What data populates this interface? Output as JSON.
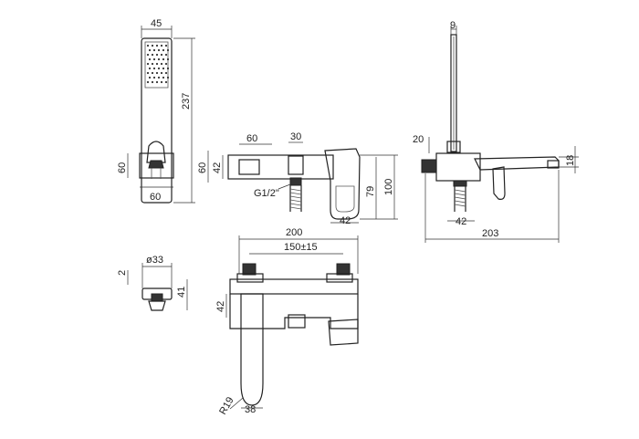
{
  "drawing": {
    "hand_shower": {
      "width": "45",
      "height": "237",
      "holder_height": "60",
      "holder_width": "60"
    },
    "side_view": {
      "top_width": "60",
      "connector": "30",
      "height_left": "60",
      "height_inner": "42",
      "thread": "G1/2\"",
      "spout_height": "79",
      "total_height": "100",
      "spout_depth": "42"
    },
    "right_view": {
      "rail_width": "9",
      "wall_offset": "20",
      "spout_thickness": "18",
      "depth": "42",
      "total_depth": "203"
    },
    "front_view": {
      "total_width": "200",
      "center_distance": "150±15",
      "body_height": "42",
      "handle_radius": "R19",
      "handle_width": "38"
    },
    "escutcheon": {
      "diameter": "ø33",
      "thickness": "2",
      "height": "41"
    }
  },
  "colors": {
    "line": "#222222",
    "background": "#ffffff"
  }
}
